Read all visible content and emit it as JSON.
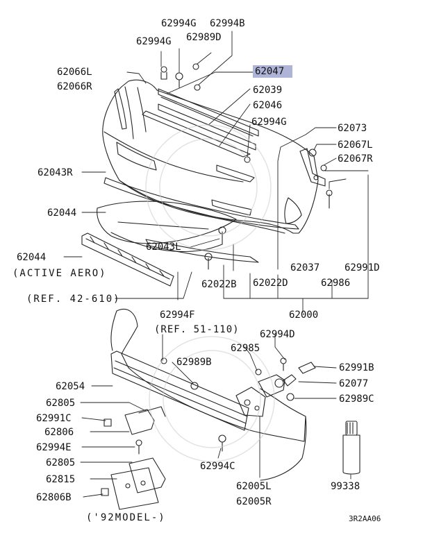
{
  "diagram": {
    "highlight_color": "#aeb4d8",
    "line_color": "#222222",
    "labels": {
      "p62994G_a": "62994G",
      "p62994B_a": "62994B",
      "p62994G_b": "62994G",
      "p62989D": "62989D",
      "p62047": "62047",
      "p62066L": "62066L",
      "p62066R": "62066R",
      "p62039": "62039",
      "p62046": "62046",
      "p62994G_c": "62994G",
      "p62073": "62073",
      "p62067L": "62067L",
      "p62067R": "62067R",
      "p62043R": "62043R",
      "p62044_a": "62044",
      "p62043L": "62043L",
      "p62044_b": "62044",
      "active_aero": "(ACTIVE AERO)",
      "p62037": "62037",
      "p62991D": "62991D",
      "p62022B": "62022B",
      "p62022D": "62022D",
      "p62986": "62986",
      "ref_42_610": "(REF. 42-610)",
      "p62994F": "62994F",
      "p62000": "62000",
      "ref_51_110": "(REF. 51-110)",
      "p62994D": "62994D",
      "p62985": "62985",
      "p62989B": "62989B",
      "p62991B": "62991B",
      "p62054": "62054",
      "p62077": "62077",
      "p62805_a": "62805",
      "p62989C": "62989C",
      "p62991C": "62991C",
      "p62806": "62806",
      "p62994E": "62994E",
      "p62994C": "62994C",
      "p62805_b": "62805",
      "p62815": "62815",
      "p62005L": "62005L",
      "p62005R": "62005R",
      "p99338": "99338",
      "p62806B": "62806B",
      "model_note": "('92MODEL-)",
      "diagram_code": "3R2AA06"
    }
  }
}
